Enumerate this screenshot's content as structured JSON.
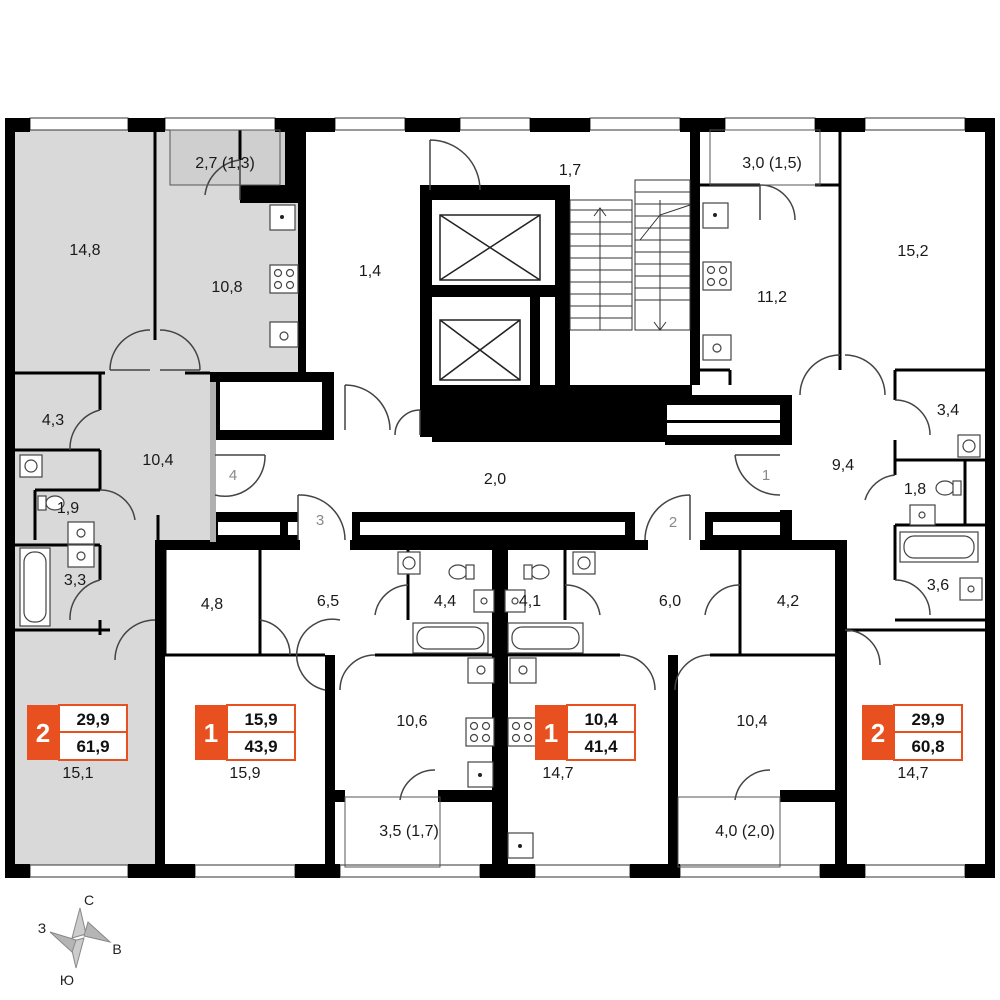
{
  "colors": {
    "wall": "#000000",
    "highlight_fill": "#d9d9d9",
    "badge": "#e8501f",
    "door_line": "#555555",
    "fixture": "#444444"
  },
  "rooms": [
    {
      "id": "r1",
      "label": "14,8"
    },
    {
      "id": "r2",
      "label": "2,7 (1,3)"
    },
    {
      "id": "r3",
      "label": "10,8"
    },
    {
      "id": "r4",
      "label": "4,3"
    },
    {
      "id": "r5",
      "label": "10,4"
    },
    {
      "id": "r6",
      "label": "1,9"
    },
    {
      "id": "r7",
      "label": "3,3"
    },
    {
      "id": "r8",
      "label": "15,1"
    },
    {
      "id": "r9",
      "label": "1,7"
    },
    {
      "id": "r10",
      "label": "1,4"
    },
    {
      "id": "r11",
      "label": "3,0 (1,5)"
    },
    {
      "id": "r12",
      "label": "15,2"
    },
    {
      "id": "r13",
      "label": "11,2"
    },
    {
      "id": "r14",
      "label": "3,4"
    },
    {
      "id": "r15",
      "label": "9,4"
    },
    {
      "id": "r16",
      "label": "1,8"
    },
    {
      "id": "r17",
      "label": "3,6"
    },
    {
      "id": "r18",
      "label": "14,7"
    },
    {
      "id": "r19",
      "label": "2,0"
    },
    {
      "id": "r20",
      "label": "4,8"
    },
    {
      "id": "r21",
      "label": "6,5"
    },
    {
      "id": "r22",
      "label": "4,4"
    },
    {
      "id": "r23",
      "label": "15,9"
    },
    {
      "id": "r24",
      "label": "10,6"
    },
    {
      "id": "r25",
      "label": "3,5 (1,7)"
    },
    {
      "id": "r26",
      "label": "4,1"
    },
    {
      "id": "r27",
      "label": "6,0"
    },
    {
      "id": "r28",
      "label": "4,2"
    },
    {
      "id": "r29",
      "label": "14,7"
    },
    {
      "id": "r30",
      "label": "10,4"
    },
    {
      "id": "r31",
      "label": "4,0 (2,0)"
    }
  ],
  "door_numbers": [
    "1",
    "2",
    "3",
    "4"
  ],
  "apartments": [
    {
      "rooms": "2",
      "living": "29,9",
      "total": "61,9"
    },
    {
      "rooms": "1",
      "living": "15,9",
      "total": "43,9"
    },
    {
      "rooms": "1",
      "living": "10,4",
      "total": "41,4"
    },
    {
      "rooms": "2",
      "living": "29,9",
      "total": "60,8"
    }
  ],
  "compass": {
    "north": "С",
    "east": "В",
    "south": "Ю",
    "west": "З"
  }
}
